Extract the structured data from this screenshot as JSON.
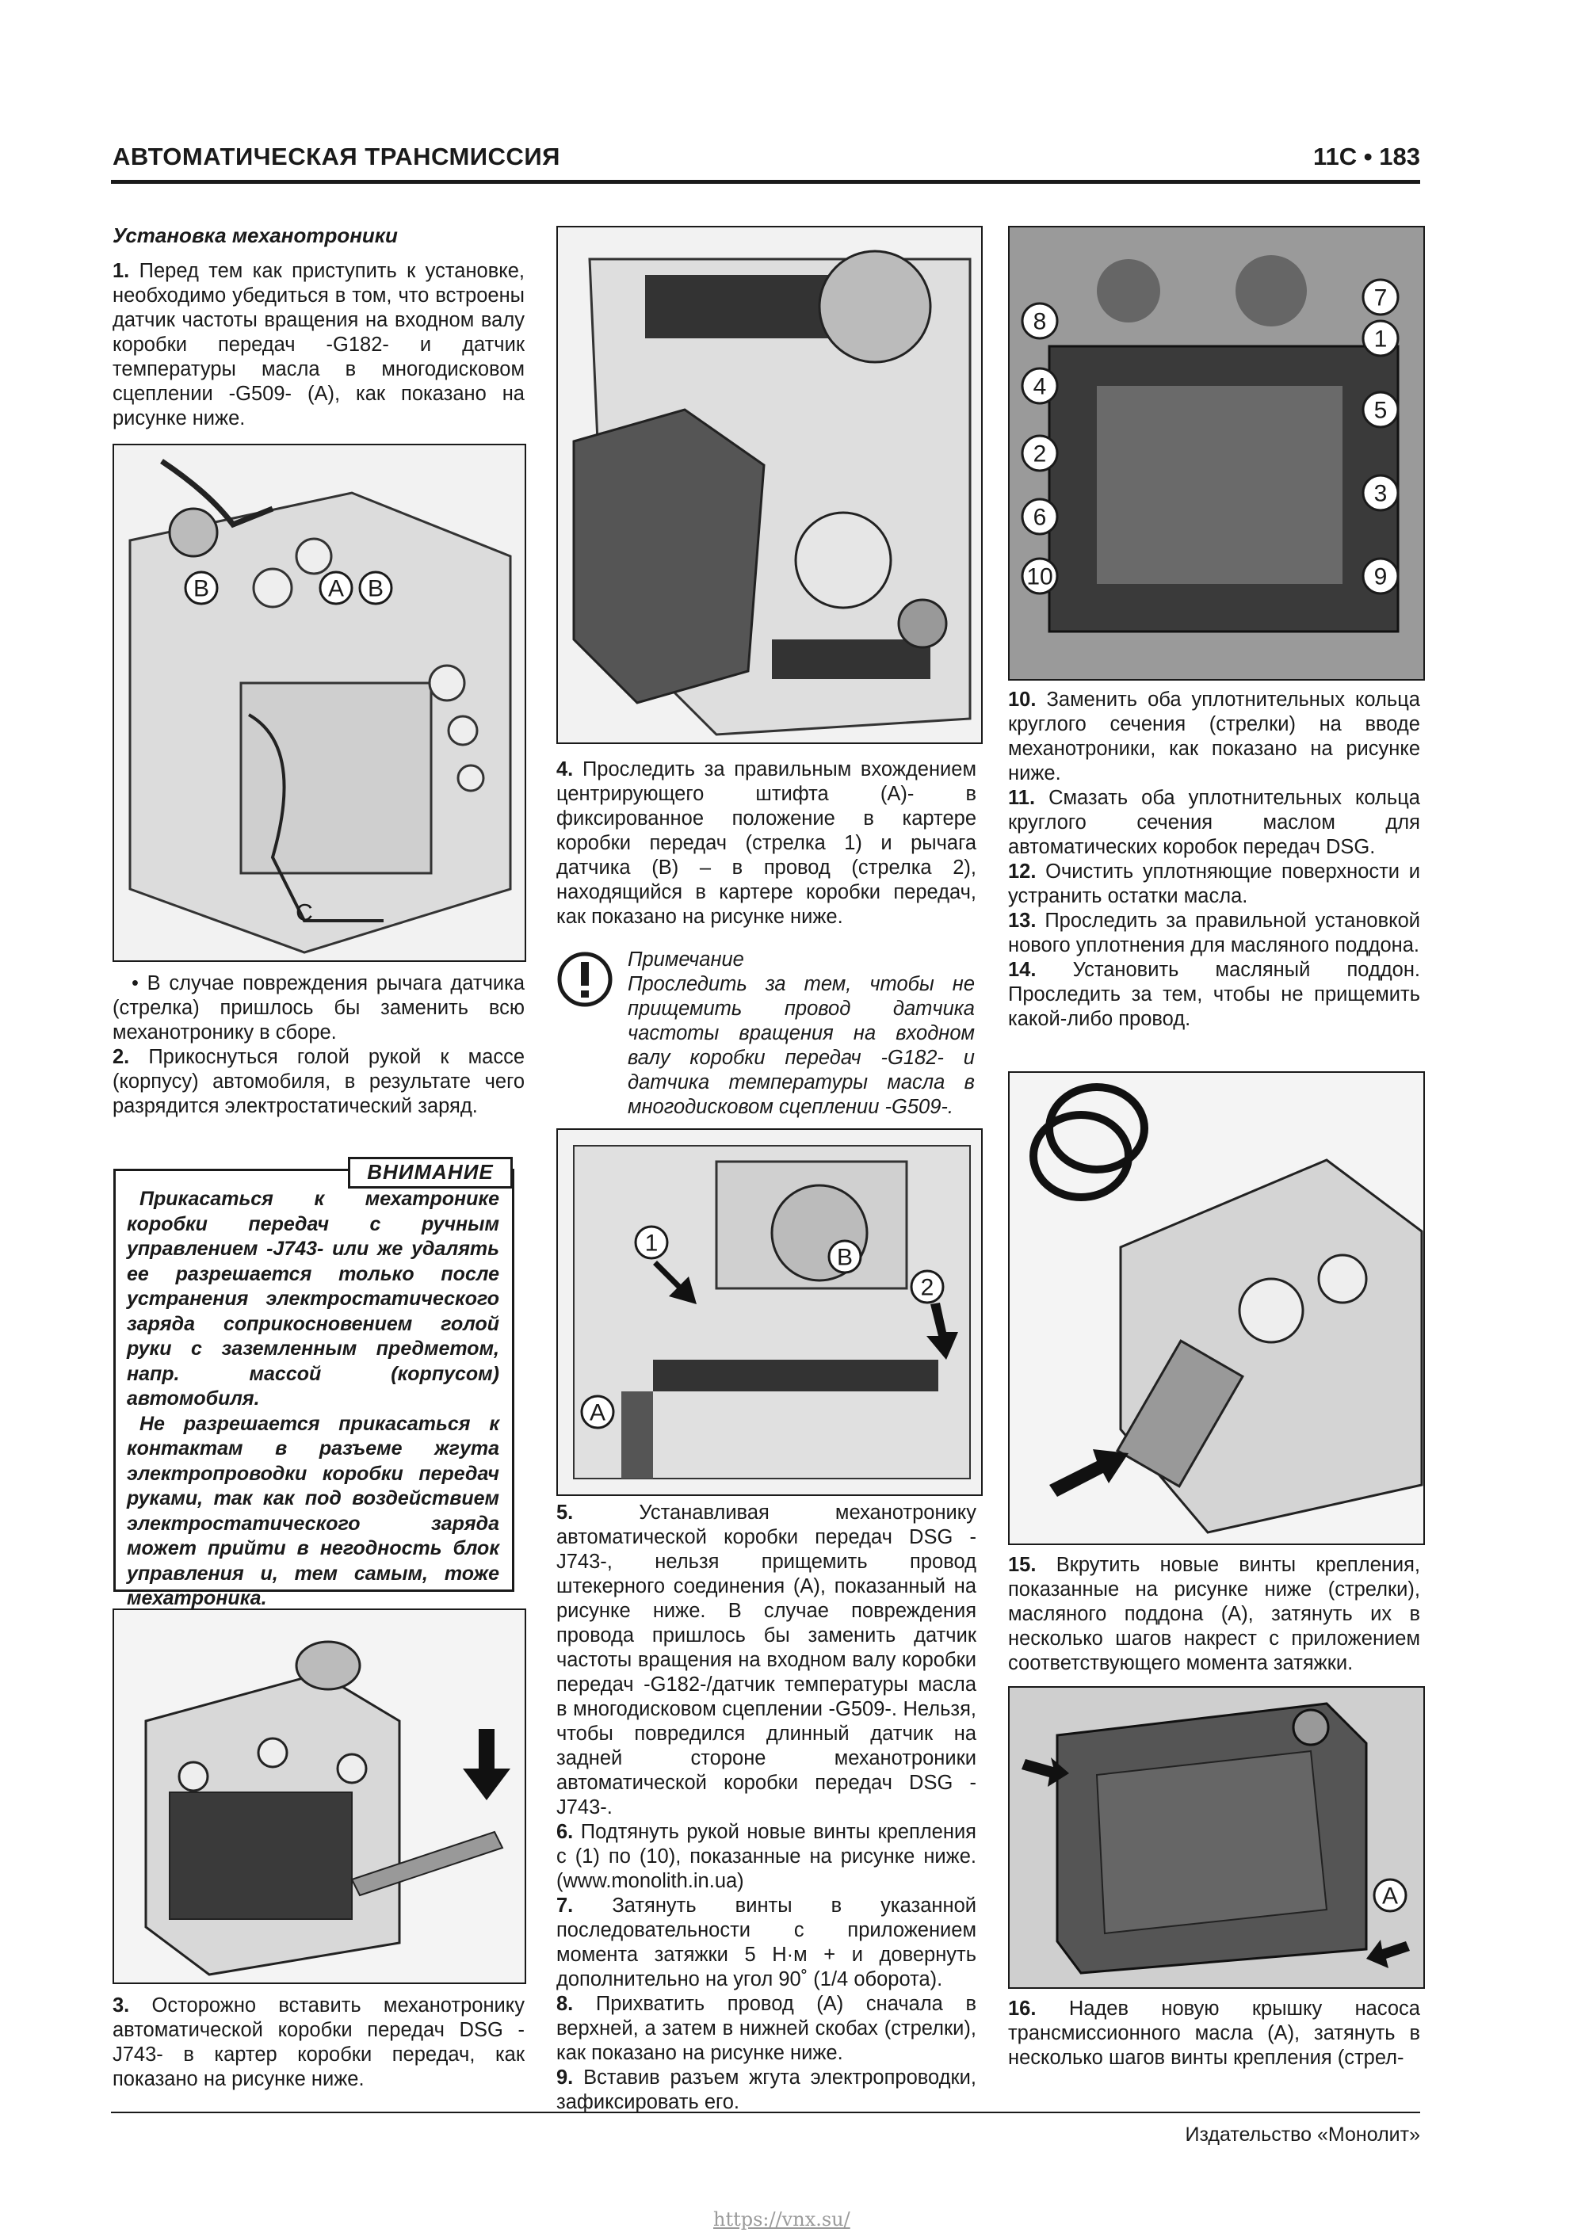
{
  "header": {
    "title": "АВТОМАТИЧЕСКАЯ ТРАНСМИССИЯ",
    "page": "11С • 183"
  },
  "col1": {
    "section_title": "Установка механотроники",
    "p1_num": "1.",
    "p1": "Перед тем как приступить к установке, необходимо убедиться в том, что встроены датчик частоты вращения на входном валу коробки передач -G182- и датчик температуры масла в многодисковом сцеплении -G509- (А), как показано на рисунке ниже.",
    "bullet": "• В случае повреждения рычага датчика (стрелка) пришлось бы заменить всю механотронику в сборе.",
    "p2_num": "2.",
    "p2": "Прикоснуться голой рукой к массе (корпусу) автомобиля, в результате чего разрядится электростатический заряд.",
    "attention_label": "ВНИМАНИЕ",
    "attention_p1": "Прикасаться к мехатронике коробки передач с ручным управлением -J743- или же удалять ее разрешается только после устранения электростатического заряда соприкосновением голой руки с заземленным предметом, напр. массой (корпусом) автомобиля.",
    "attention_p2": "Не разрешается прикасаться к контактам в разъеме жгута электропроводки коробки передач руками, так как под воздействием электростатического заряда может прийти в негодность блок управления и, тем самым, тоже мехатроника.",
    "p3_num": "3.",
    "p3": "Осторожно вставить механотронику автоматической коробки передач DSG -J743- в картер коробки передач, как показано на рисунке ниже.",
    "fig1_labels": {
      "b_left": "B",
      "a": "A",
      "b_right": "B",
      "c": "C"
    }
  },
  "col2": {
    "p4_num": "4.",
    "p4": "Проследить за правильным вхождением центрирующего штифта (А)- в фиксированное положение в картере коробки передач (стрелка 1) и рычага датчика (В) – в провод (стрелка 2), находящийся в картере коробки передач, как показано на рисунке ниже.",
    "note_title": "Примечание",
    "note_text": "Проследить за тем, чтобы не прищемить провод датчика частоты вращения на входном валу коробки передач -G182- и датчика температуры масла в многодисковом сцеплении -G509-.",
    "fig_labels": {
      "one": "1",
      "two": "2",
      "b": "B",
      "a": "A"
    },
    "p5_num": "5.",
    "p5": "Устанавливая механотронику автоматической коробки передач DSG -J743-, нельзя прищемить провод штекерного соединения (А), показанный на рисунке ниже. В случае повреждения провода пришлось бы заменить датчик частоты вращения на входном валу коробки передач -G182-/датчик температуры масла в многодисковом сцеплении -G509-. Нельзя, чтобы повредился длинный датчик на задней стороне механотроники автоматической коробки передач DSG -J743-.",
    "p6_num": "6.",
    "p6": "Подтянуть рукой новые винты крепления с (1) по (10), показанные на рисунке ниже. (www.monolith.in.ua)",
    "p7_num": "7.",
    "p7": "Затянуть винты в указанной последовательности с приложением момента затяжки 5 Н·м + и довернуть дополнительно на угол 90˚ (1/4 оборота).",
    "p8_num": "8.",
    "p8": "Прихватить провод (А) сначала в верхней, а затем в нижней скобах (стрелки), как показано на рисунке ниже.",
    "p9_num": "9.",
    "p9": "Вставив разъем жгута электропроводки, зафиксировать его."
  },
  "col3": {
    "fig_numbers": [
      "7",
      "8",
      "1",
      "4",
      "5",
      "2",
      "3",
      "6",
      "10",
      "9"
    ],
    "p10_num": "10.",
    "p10": "Заменить оба уплотнительных кольца круглого сечения (стрелки) на вводе механотроники, как показано на рисунке ниже.",
    "p11_num": "11.",
    "p11": "Смазать оба уплотнительных кольца круглого сечения маслом для автоматических коробок передач DSG.",
    "p12_num": "12.",
    "p12": "Очистить уплотняющие поверхности и устранить остатки масла.",
    "p13_num": "13.",
    "p13": "Проследить за правильной установкой нового уплотнения для масляного поддона.",
    "p14_num": "14.",
    "p14": "Установить масляный поддон. Проследить за тем, чтобы не прищемить какой-либо провод.",
    "p15_num": "15.",
    "p15": "Вкрутить новые винты крепления, показанные на рисунке ниже (стрелки), масляного поддона (А), затянуть их в несколько шагов накрест с приложением соответствующего момента затяжки.",
    "fig_pan_label": "A",
    "p16_num": "16.",
    "p16": "Надев новую крышку насоса трансмиссионного масла (А), затянуть в несколько шагов винты крепления (стрел-"
  },
  "footer": {
    "publisher": "Издательство «Монолит»",
    "watermark": "https://vnx.su/"
  }
}
